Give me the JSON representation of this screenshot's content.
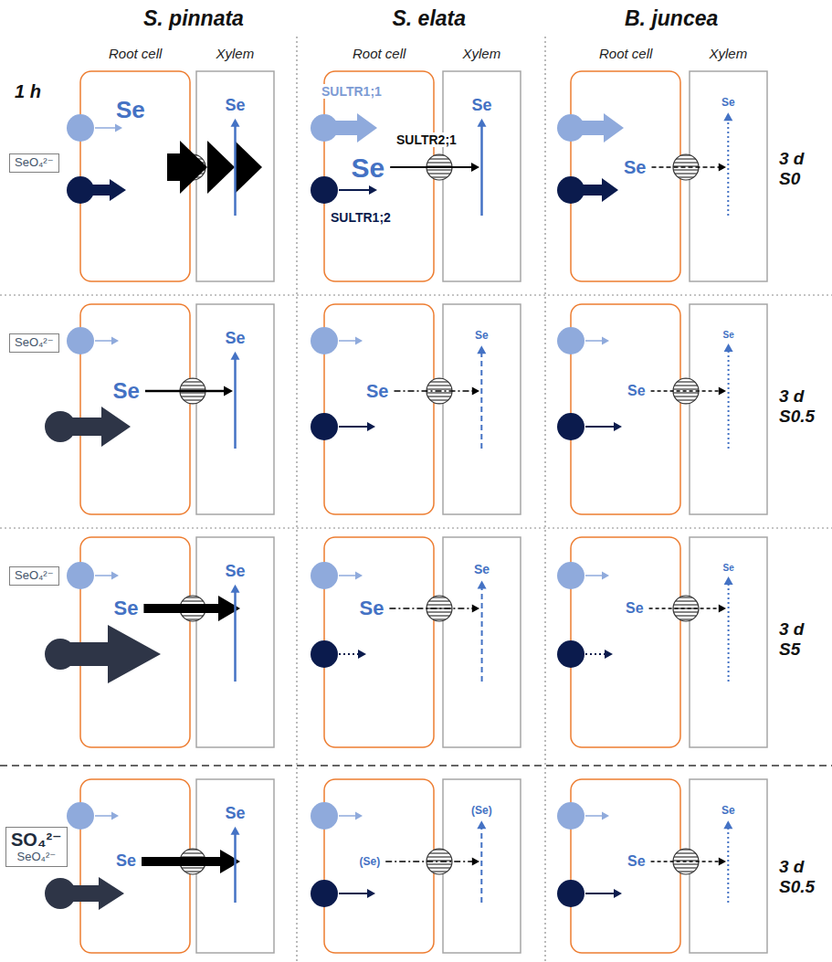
{
  "diagram": {
    "nodes": [
      {
        "text": [
          "SeO₄²⁻"
        ]
      },
      {
        "text": [
          "Root cell",
          "Se"
        ]
      },
      {
        "text": [
          "Xylem",
          "Se"
        ]
      },
      {
        "text": [
          "Root cell",
          "Se"
        ]
      },
      {
        "text": [
          "Xylem",
          "Se"
        ]
      },
      {
        "text": [
          "Root cell",
          "Se"
        ]
      },
      {
        "text": [
          "Xylem",
          "Se"
        ]
      },
      {
        "text": [
          "SeO₄²⁻"
        ]
      },
      {
        "text": [
          "Se"
        ]
      },
      {
        "text": [
          "Se"
        ]
      },
      {
        "text": [
          "Se"
        ]
      },
      {
        "text": [
          "Se"
        ]
      },
      {
        "text": [
          "Se"
        ]
      },
      {
        "text": [
          "Se"
        ]
      },
      {
        "text": [
          "SeO₄²⁻"
        ]
      },
      {
        "text": [
          "Se"
        ]
      },
      {
        "text": [
          "Se"
        ]
      },
      {
        "text": [
          "Se"
        ]
      },
      {
        "text": [
          "Se"
        ]
      },
      {
        "text": [
          "Se"
        ]
      },
      {
        "text": [
          "Se"
        ]
      },
      {
        "text": [
          "SO₄²⁻",
          "SeO₄²⁻"
        ]
      },
      {
        "text": [
          "Se"
        ]
      },
      {
        "text": [
          "Se"
        ]
      },
      {
        "text": [
          "(Se)"
        ]
      },
      {
        "text": [
          "(Se)"
        ]
      },
      {
        "text": [
          "Se"
        ]
      },
      {
        "text": [
          "Se"
        ]
      }
    ],
    "edges": [
      {
        "from": 1,
        "to": 2,
        "arrow": "to"
      },
      {
        "from": 3,
        "to": 4,
        "arrow": "to"
      },
      {
        "from": 5,
        "to": 6,
        "arrow": "to"
      },
      {
        "from": 8,
        "to": 9,
        "arrow": "to"
      },
      {
        "from": 10,
        "to": 11,
        "arrow": "to"
      },
      {
        "from": 12,
        "to": 13,
        "arrow": "to"
      },
      {
        "from": 15,
        "to": 16,
        "arrow": "to"
      },
      {
        "from": 17,
        "to": 18,
        "arrow": "to"
      },
      {
        "from": 19,
        "to": 20,
        "arrow": "to"
      },
      {
        "from": 22,
        "to": 23,
        "arrow": "to"
      },
      {
        "from": 24,
        "to": 25,
        "arrow": "to"
      },
      {
        "from": 26,
        "to": 27,
        "arrow": "to"
      }
    ],
    "labels": [
      "S. pinnata",
      "S. elata",
      "B. juncea",
      "1 h",
      "SULTR1;1",
      "SULTR1;2",
      "SULTR2;1",
      "3 d S0",
      "3 d S0.5",
      "3 d S5",
      "3 d S0.5"
    ]
  }
}
